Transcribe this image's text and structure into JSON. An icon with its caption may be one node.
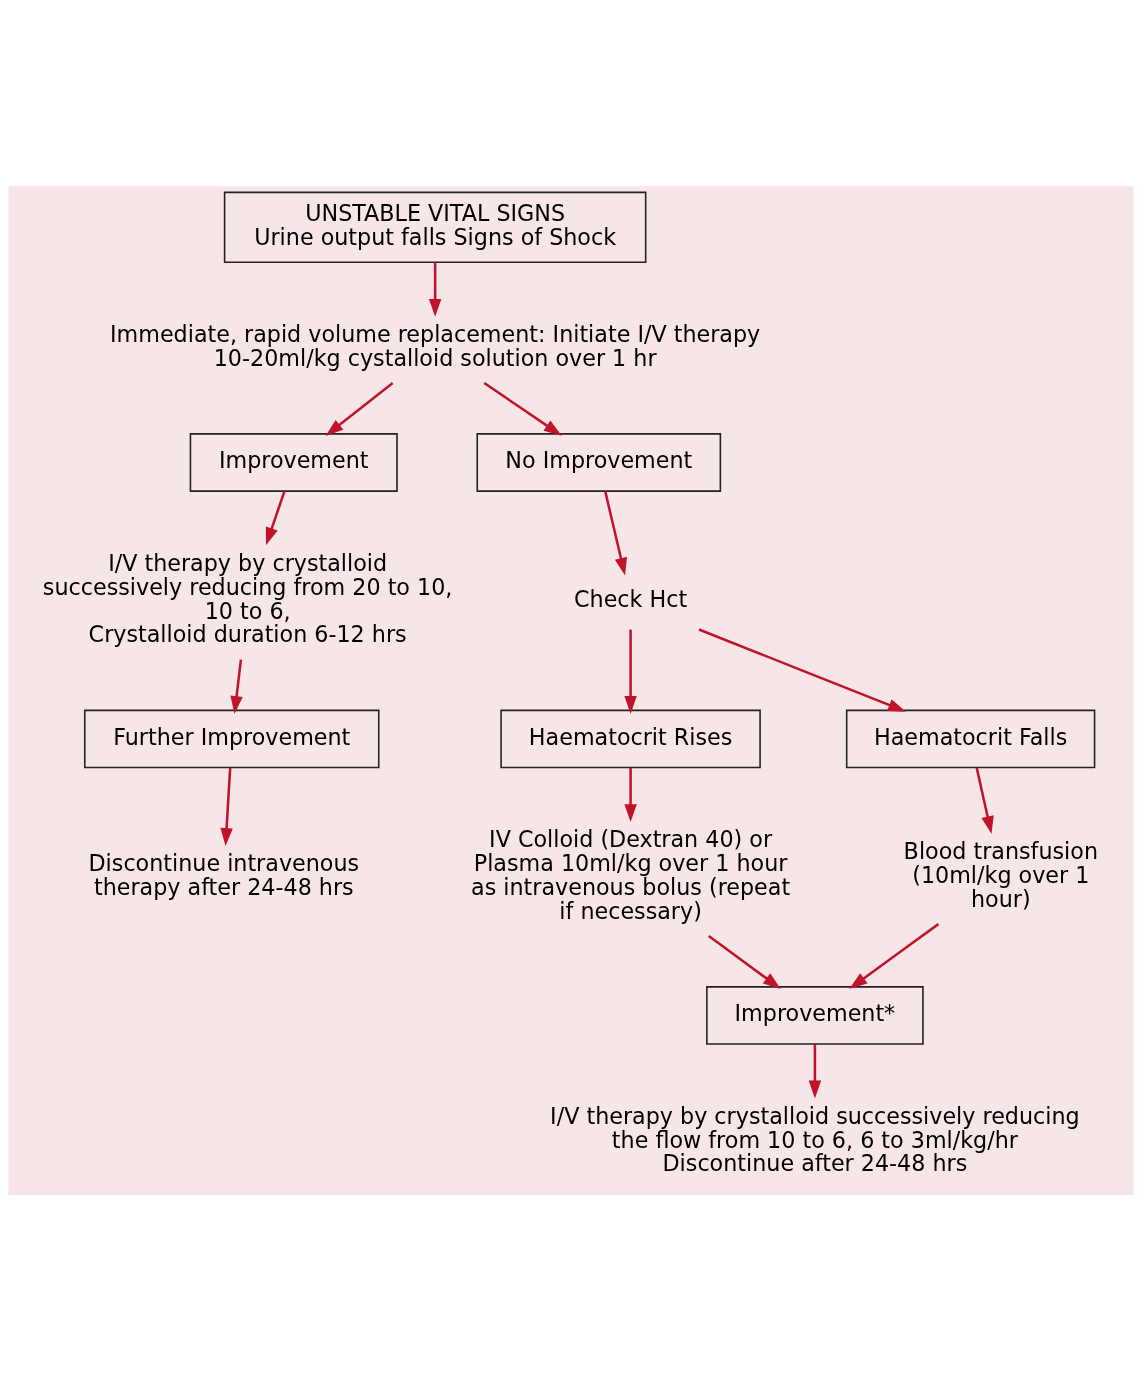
{
  "diagram": {
    "nodes": [
      {
        "text": [
          "UNSTABLE VITAL SIGNS",
          "Urine output falls Signs of Shock"
        ]
      },
      {
        "text": [
          "Immediate, rapid volume replacement: Initiate I/V therapy 10-20ml/kg cystalloid solution over 1 hr"
        ]
      },
      {
        "text": [
          "Improvement"
        ]
      },
      {
        "text": [
          "No Improvement"
        ]
      },
      {
        "text": [
          "I/V therapy by crystalloid successively reducing from 20 to 10, 10 to 6,",
          "Crystalloid duration 6-12 hrs"
        ]
      },
      {
        "text": [
          "Further Improvement"
        ]
      },
      {
        "text": [
          "Discontinue intravenous therapy after 24-48 hrs"
        ]
      },
      {
        "text": [
          "Check Hct"
        ]
      },
      {
        "text": [
          "Haematocrit Rises"
        ]
      },
      {
        "text": [
          "Haematocrit Falls"
        ]
      },
      {
        "text": [
          "IV Colloid (Dextran 40) or Plasma 10ml/kg over 1 hour as intravenous bolus (repeat if necessary)"
        ]
      },
      {
        "text": [
          "Blood transfusion (10ml/kg over 1 hour)"
        ]
      },
      {
        "text": [
          "Improvement*"
        ]
      },
      {
        "text": [
          "I/V therapy by crystalloid successively reducing the flow from 10 to 6, 6 to 3ml/kg/hr",
          "Discontinue after 24-48 hrs"
        ]
      }
    ],
    "edges": [
      {
        "from": 0,
        "to": 1,
        "arrow": "to"
      },
      {
        "from": 1,
        "to": 2,
        "arrow": "to"
      },
      {
        "from": 1,
        "to": 3,
        "arrow": "to"
      },
      {
        "from": 2,
        "to": 4,
        "arrow": "to"
      },
      {
        "from": 4,
        "to": 5,
        "arrow": "to"
      },
      {
        "from": 5,
        "to": 6,
        "arrow": "to"
      },
      {
        "from": 3,
        "to": 7,
        "arrow": "to"
      },
      {
        "from": 7,
        "to": 8,
        "arrow": "to"
      },
      {
        "from": 7,
        "to": 9,
        "arrow": "to"
      },
      {
        "from": 8,
        "to": 10,
        "arrow": "to"
      },
      {
        "from": 9,
        "to": 11,
        "arrow": "to"
      },
      {
        "from": 10,
        "to": 12,
        "arrow": "to"
      },
      {
        "from": 11,
        "to": 12,
        "arrow": "to"
      },
      {
        "from": 12,
        "to": 13,
        "arrow": "to"
      }
    ]
  }
}
